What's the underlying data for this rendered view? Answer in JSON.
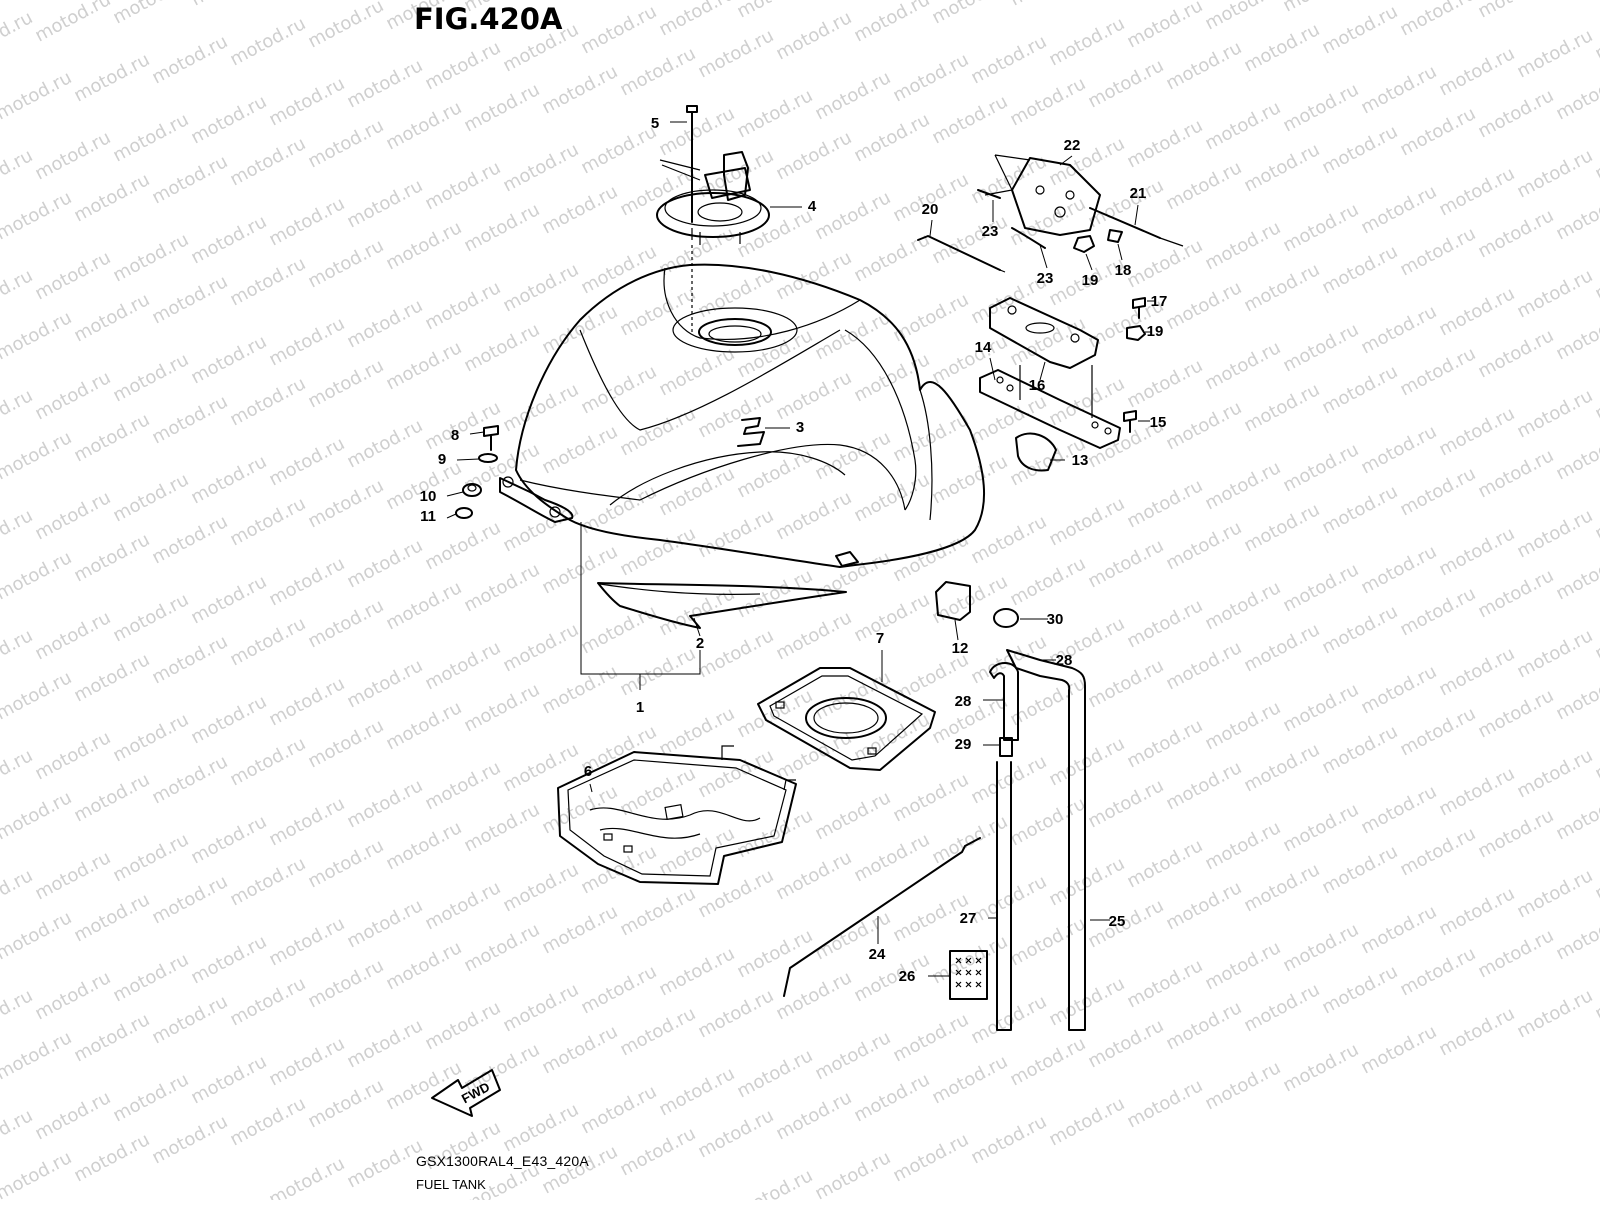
{
  "figure": {
    "title": "FIG.420A",
    "model_code": "GSX1300RAL4_E43_420A",
    "name": "FUEL TANK",
    "direction_label": "FWD",
    "watermark": "motod.ru"
  },
  "callouts": [
    "1",
    "2",
    "3",
    "4",
    "5",
    "6",
    "7",
    "8",
    "9",
    "10",
    "11",
    "12",
    "13",
    "14",
    "15",
    "16",
    "17",
    "18",
    "19",
    "19",
    "20",
    "21",
    "22",
    "23",
    "23",
    "24",
    "25",
    "26",
    "27",
    "28",
    "28",
    "29",
    "30"
  ]
}
